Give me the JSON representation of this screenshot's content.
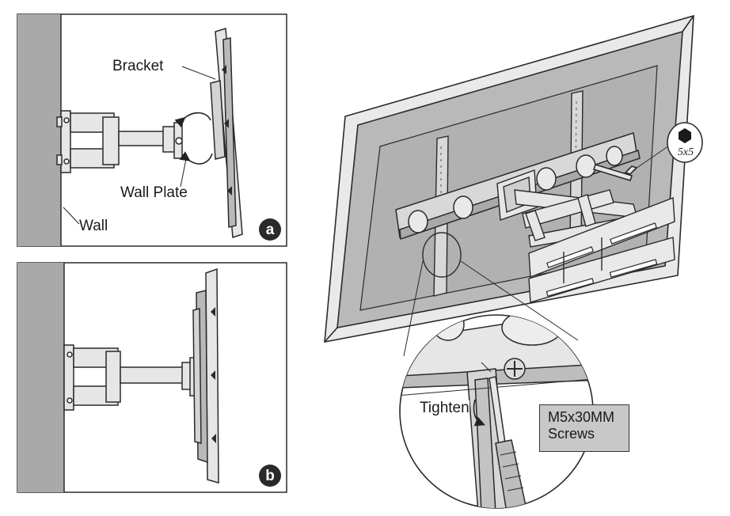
{
  "panel_a": {
    "labels": {
      "bracket": "Bracket",
      "wall_plate": "Wall Plate",
      "wall": "Wall"
    },
    "badge": "a"
  },
  "panel_b": {
    "badge": "b"
  },
  "main": {
    "hex_key_size": "5x5",
    "tighten_label": "Tighten",
    "screw_spec": {
      "line1": "M5x30MM",
      "line2": "Screws"
    }
  },
  "colors": {
    "outline": "#2a2a2a",
    "wall_fill": "#a9a9a9",
    "tv_back": "#b9b9b9",
    "bracket_fill": "#e6e6e6",
    "callout_box": "#c8c8c8"
  }
}
